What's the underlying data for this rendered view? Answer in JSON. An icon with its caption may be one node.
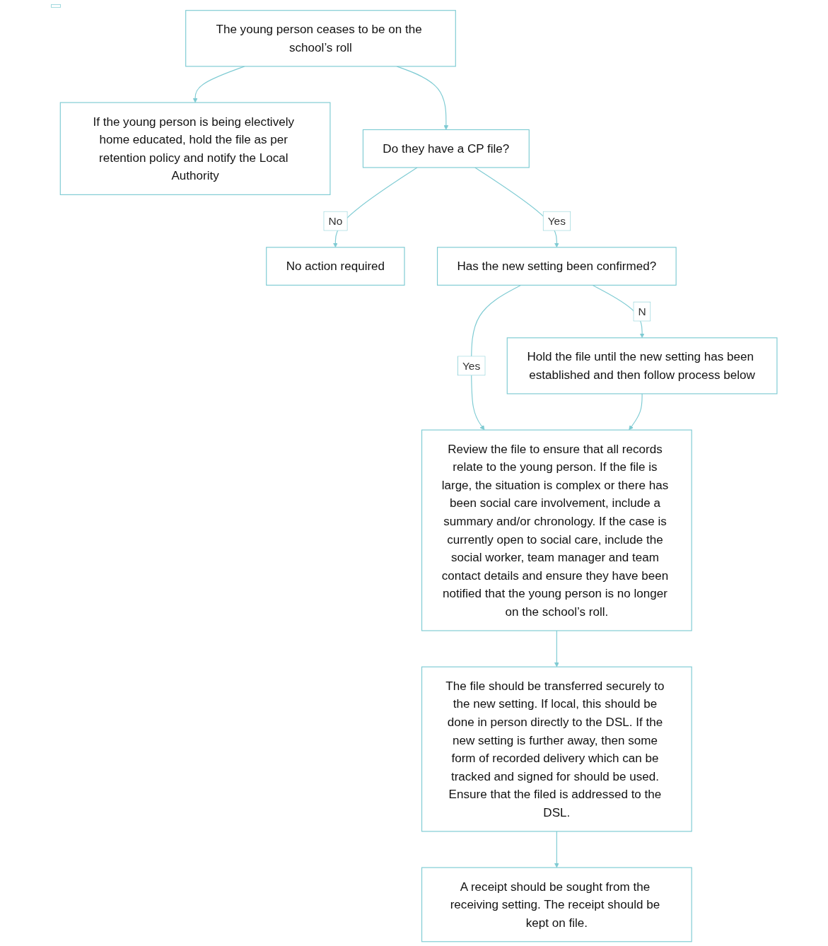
{
  "diagram": {
    "nodes": [
      {
        "text": [
          "The young person ceases to be on the school’s roll"
        ]
      },
      {
        "text": [
          "If the young person is being electively home educated, hold the file as per retention policy and notify the Local Authority"
        ]
      },
      {
        "text": [
          "Do they have a CP file?"
        ]
      },
      {
        "text": [
          "No action required"
        ]
      },
      {
        "text": [
          "Has the new setting been confirmed?"
        ]
      },
      {
        "text": [
          "Hold the file until the new setting has been established and then follow process below"
        ]
      },
      {
        "text": [
          "Review the file to ensure that all records relate to the young person. If the file is large, the situation is complex or there has been social care involvement, include a summary and/or chronology. If the case is currently open to social care, include the social worker, team manager and team contact details and ensure they have been notified that the young person is no longer on the school’s roll."
        ]
      },
      {
        "text": [
          "The file should be transferred securely to the new setting. If local, this should be done in person directly to the DSL. If the new setting is further away, then some form of recorded delivery which can be tracked and signed for should be used. Ensure that the filed is addressed to the DSL."
        ]
      },
      {
        "text": [
          "A receipt should be sought from the receiving setting. The receipt should be kept on file."
        ]
      }
    ],
    "edges": [
      {
        "from": 0,
        "to": 1,
        "arrow": "to"
      },
      {
        "from": 0,
        "to": 2,
        "arrow": "to"
      },
      {
        "from": 2,
        "to": 3,
        "label": "No",
        "arrow": "to"
      },
      {
        "from": 2,
        "to": 4,
        "label": "Yes",
        "arrow": "to"
      },
      {
        "from": 4,
        "to": 5,
        "label": "N",
        "arrow": "to"
      },
      {
        "from": 4,
        "to": 6,
        "label": "Yes",
        "arrow": "to"
      },
      {
        "from": 5,
        "to": 6,
        "arrow": "to"
      },
      {
        "from": 6,
        "to": 7,
        "arrow": "to"
      },
      {
        "from": 7,
        "to": 8,
        "arrow": "to"
      }
    ]
  }
}
